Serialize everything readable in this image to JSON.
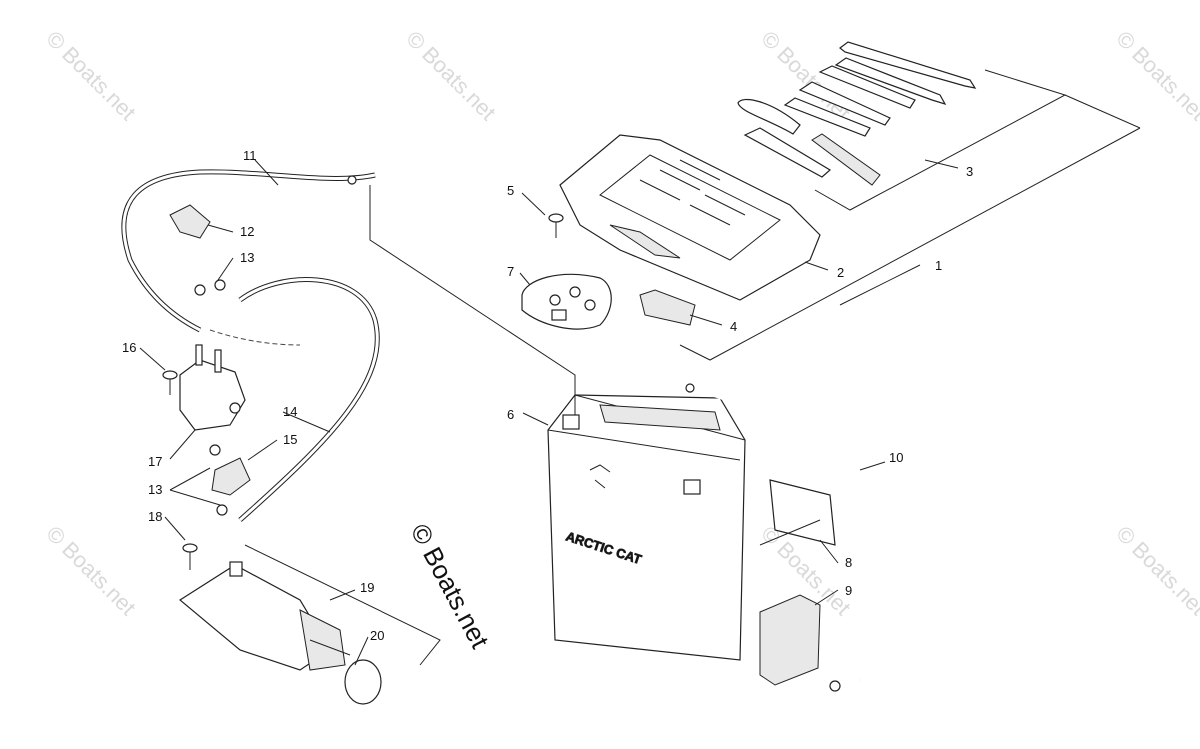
{
  "watermark": {
    "text": "© Boats.net",
    "center_text": "© Boats.net"
  },
  "battery_label": {
    "brand": "ARCTIC CAT"
  },
  "callouts": [
    {
      "id": "1",
      "text": "1"
    },
    {
      "id": "2",
      "text": "2"
    },
    {
      "id": "3",
      "text": "3"
    },
    {
      "id": "4",
      "text": "4"
    },
    {
      "id": "5",
      "text": "5"
    },
    {
      "id": "6",
      "text": "6"
    },
    {
      "id": "7",
      "text": "7"
    },
    {
      "id": "8",
      "text": "8"
    },
    {
      "id": "9",
      "text": "9"
    },
    {
      "id": "10",
      "text": "10"
    },
    {
      "id": "11",
      "text": "11"
    },
    {
      "id": "12",
      "text": "12"
    },
    {
      "id": "13a",
      "text": "13"
    },
    {
      "id": "13b",
      "text": "13"
    },
    {
      "id": "14",
      "text": "14"
    },
    {
      "id": "15",
      "text": "15"
    },
    {
      "id": "16",
      "text": "16"
    },
    {
      "id": "17",
      "text": "17"
    },
    {
      "id": "18",
      "text": "18"
    },
    {
      "id": "19",
      "text": "19"
    },
    {
      "id": "20",
      "text": "20"
    }
  ]
}
